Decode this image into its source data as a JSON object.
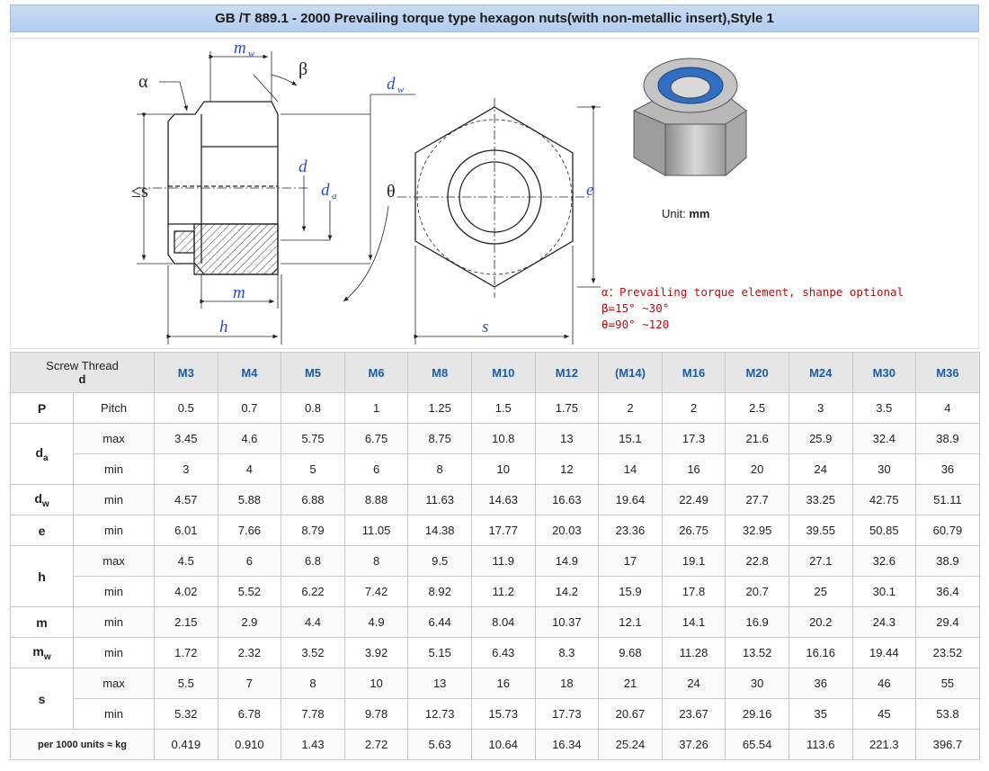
{
  "title": "GB /T 889.1 - 2000 Prevailing torque type hexagon nuts(with non-metallic insert),Style 1",
  "drawing": {
    "labels": {
      "alpha": "α",
      "beta": "β",
      "theta": "θ",
      "le_s": "≤s",
      "mw": "m",
      "mw_sub": "w",
      "dw": "d",
      "dw_sub": "w",
      "d": "d",
      "da": "d",
      "da_sub": "a",
      "m": "m",
      "h": "h",
      "s": "s",
      "e": "e"
    },
    "unit_prefix": "Unit: ",
    "unit_value": "mm",
    "notes": [
      "α：Prevailing torque element, shanpe optional",
      "β=15° ~30°",
      "θ=90° ~120"
    ]
  },
  "table": {
    "corner_top": "Screw Thread",
    "corner_bottom": "d",
    "sizes": [
      "M3",
      "M4",
      "M5",
      "M6",
      "M8",
      "M10",
      "M12",
      "(M14)",
      "M16",
      "M20",
      "M24",
      "M30",
      "M36"
    ],
    "rows": [
      {
        "symbol": "P",
        "symbol_sub": "",
        "span": 1,
        "label": "Pitch",
        "values": [
          "0.5",
          "0.7",
          "0.8",
          "1",
          "1.25",
          "1.5",
          "1.75",
          "2",
          "2",
          "2.5",
          "3",
          "3.5",
          "4"
        ]
      },
      {
        "symbol": "d",
        "symbol_sub": "a",
        "span": 2,
        "label": "max",
        "values": [
          "3.45",
          "4.6",
          "5.75",
          "6.75",
          "8.75",
          "10.8",
          "13",
          "15.1",
          "17.3",
          "21.6",
          "25.9",
          "32.4",
          "38.9"
        ]
      },
      {
        "symbol": "",
        "symbol_sub": "",
        "span": 0,
        "label": "min",
        "values": [
          "3",
          "4",
          "5",
          "6",
          "8",
          "10",
          "12",
          "14",
          "16",
          "20",
          "24",
          "30",
          "36"
        ]
      },
      {
        "symbol": "d",
        "symbol_sub": "w",
        "span": 1,
        "label": "min",
        "values": [
          "4.57",
          "5.88",
          "6.88",
          "8.88",
          "11.63",
          "14.63",
          "16.63",
          "19.64",
          "22.49",
          "27.7",
          "33.25",
          "42.75",
          "51.11"
        ]
      },
      {
        "symbol": "e",
        "symbol_sub": "",
        "span": 1,
        "label": "min",
        "values": [
          "6.01",
          "7.66",
          "8.79",
          "11.05",
          "14.38",
          "17.77",
          "20.03",
          "23.36",
          "26.75",
          "32.95",
          "39.55",
          "50.85",
          "60.79"
        ]
      },
      {
        "symbol": "h",
        "symbol_sub": "",
        "span": 2,
        "label": "max",
        "values": [
          "4.5",
          "6",
          "6.8",
          "8",
          "9.5",
          "11.9",
          "14.9",
          "17",
          "19.1",
          "22.8",
          "27.1",
          "32.6",
          "38.9"
        ]
      },
      {
        "symbol": "",
        "symbol_sub": "",
        "span": 0,
        "label": "min",
        "values": [
          "4.02",
          "5.52",
          "6.22",
          "7.42",
          "8.92",
          "11.2",
          "14.2",
          "15.9",
          "17.8",
          "20.7",
          "25",
          "30.1",
          "36.4"
        ]
      },
      {
        "symbol": "m",
        "symbol_sub": "",
        "span": 1,
        "label": "min",
        "values": [
          "2.15",
          "2.9",
          "4.4",
          "4.9",
          "6.44",
          "8.04",
          "10.37",
          "12.1",
          "14.1",
          "16.9",
          "20.2",
          "24.3",
          "29.4"
        ]
      },
      {
        "symbol": "m",
        "symbol_sub": "w",
        "span": 1,
        "label": "min",
        "values": [
          "1.72",
          "2.32",
          "3.52",
          "3.92",
          "5.15",
          "6.43",
          "8.3",
          "9.68",
          "11.28",
          "13.52",
          "16.16",
          "19.44",
          "23.52"
        ]
      },
      {
        "symbol": "s",
        "symbol_sub": "",
        "span": 2,
        "label": "max",
        "values": [
          "5.5",
          "7",
          "8",
          "10",
          "13",
          "16",
          "18",
          "21",
          "24",
          "30",
          "36",
          "46",
          "55"
        ]
      },
      {
        "symbol": "",
        "symbol_sub": "",
        "span": 0,
        "label": "min",
        "values": [
          "5.32",
          "6.78",
          "7.78",
          "9.78",
          "12.73",
          "15.73",
          "17.73",
          "20.67",
          "23.67",
          "29.16",
          "35",
          "45",
          "53.8"
        ]
      }
    ],
    "weight_label": "per 1000 units ≈ kg",
    "weights": [
      "0.419",
      "0.910",
      "1.43",
      "2.72",
      "5.63",
      "10.64",
      "16.34",
      "25.24",
      "37.26",
      "65.54",
      "113.6",
      "221.3",
      "396.7"
    ]
  }
}
